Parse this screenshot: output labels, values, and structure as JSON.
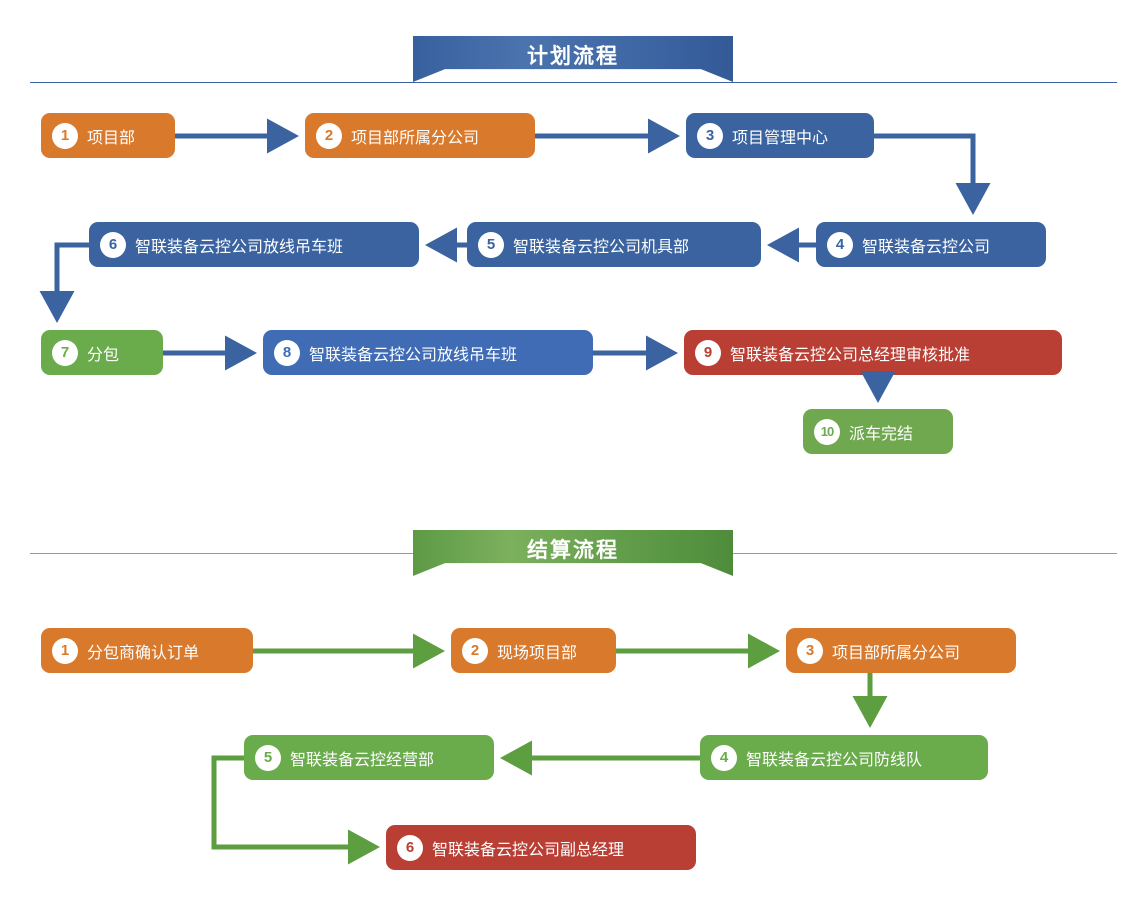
{
  "sections": [
    {
      "id": "plan",
      "title": "计划流程",
      "accent": "#3a63a0",
      "nodes": [
        {
          "num": "1",
          "label": "项目部",
          "color": "orange"
        },
        {
          "num": "2",
          "label": "项目部所属分公司",
          "color": "orange"
        },
        {
          "num": "3",
          "label": "项目管理中心",
          "color": "blue"
        },
        {
          "num": "4",
          "label": "智联装备云控公司",
          "color": "blue"
        },
        {
          "num": "5",
          "label": "智联装备云控公司机具部",
          "color": "blue"
        },
        {
          "num": "6",
          "label": "智联装备云控公司放线吊车班",
          "color": "blue"
        },
        {
          "num": "7",
          "label": "分包",
          "color": "green"
        },
        {
          "num": "8",
          "label": "智联装备云控公司放线吊车班",
          "color": "blue2"
        },
        {
          "num": "9",
          "label": "智联装备云控公司总经理审核批准",
          "color": "red"
        },
        {
          "num": "10",
          "label": "派车完结",
          "color": "green2"
        }
      ]
    },
    {
      "id": "settlement",
      "title": "结算流程",
      "accent": "#6aab4c",
      "nodes": [
        {
          "num": "1",
          "label": "分包商确认订单",
          "color": "orange"
        },
        {
          "num": "2",
          "label": "现场项目部",
          "color": "orange"
        },
        {
          "num": "3",
          "label": "项目部所属分公司",
          "color": "orange"
        },
        {
          "num": "4",
          "label": "智联装备云控公司防线队",
          "color": "green"
        },
        {
          "num": "5",
          "label": "智联装备云控经营部",
          "color": "green"
        },
        {
          "num": "6",
          "label": "智联装备云控公司副总经理",
          "color": "red"
        }
      ]
    }
  ],
  "colors": {
    "orange": "#d8792c",
    "blue": "#3a63a0",
    "blue_alt": "#3f6cb4",
    "green": "#6aab4c",
    "green_alt": "#6fa84f",
    "red": "#b93f34",
    "arrow_blue": "#3a63a0",
    "arrow_green": "#5d9e41",
    "banner_blue": "#3c65a2",
    "banner_green": "#5f9b48",
    "rule_blue": "#3a63a0",
    "rule_green": "#7ab259"
  },
  "arrows": {
    "plan": [
      "1-to-2",
      "2-to-3",
      "3-to-4",
      "4-to-5",
      "5-to-6",
      "6-to-7",
      "7-to-8",
      "8-to-9",
      "9-to-10"
    ],
    "settlement": [
      "1-to-2",
      "2-to-3",
      "3-to-4",
      "4-to-5",
      "5-to-6"
    ]
  }
}
